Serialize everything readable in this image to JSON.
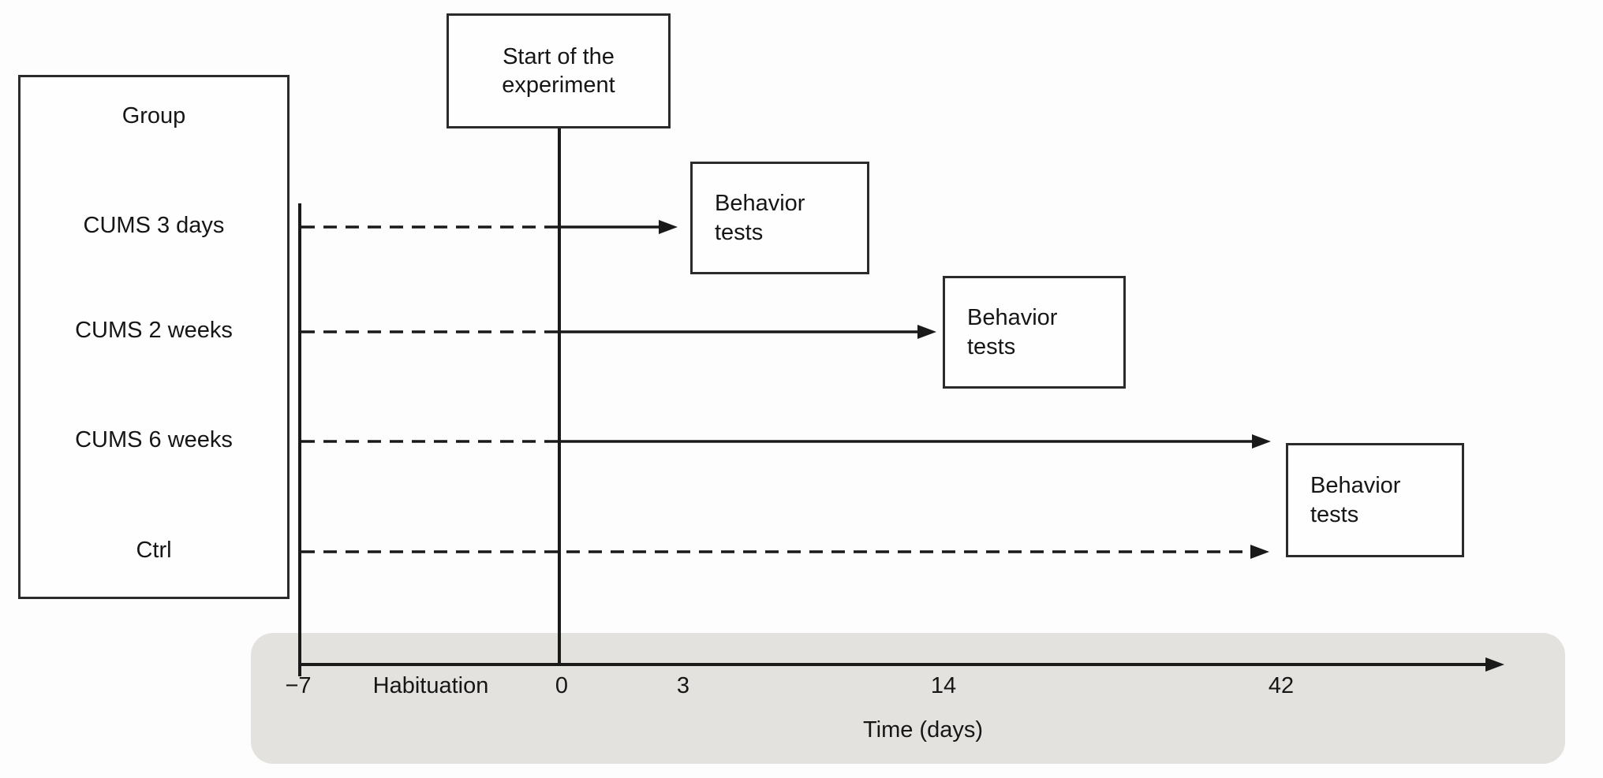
{
  "figure": {
    "group_panel": {
      "header": "Group",
      "rows": [
        {
          "label": "CUMS 3 days"
        },
        {
          "label": "CUMS 2 weeks"
        },
        {
          "label": "CUMS 6 weeks"
        },
        {
          "label": "Ctrl"
        }
      ]
    },
    "start_box": {
      "label": "Start of the experiment"
    },
    "behavior_boxes": [
      {
        "label": "Behavior tests"
      },
      {
        "label": "Behavior tests"
      },
      {
        "label": "Behavior tests"
      }
    ],
    "timeline": {
      "ticks": [
        {
          "label": "−7"
        },
        {
          "label": "Habituation"
        },
        {
          "label": "0"
        },
        {
          "label": "3"
        },
        {
          "label": "14"
        },
        {
          "label": "42"
        }
      ],
      "axis_label": "Time (days)"
    },
    "colors": {
      "line": "#1a1a1a",
      "band_background": "#e3e2df",
      "box_border": "#2b2b2b"
    }
  }
}
